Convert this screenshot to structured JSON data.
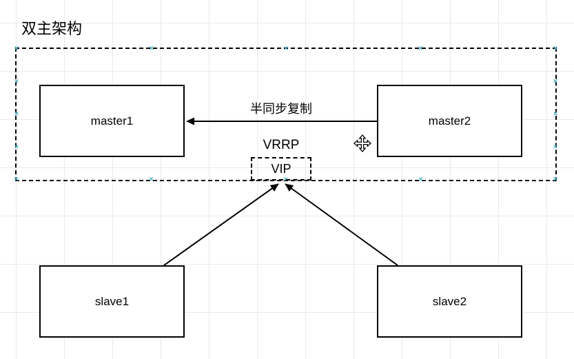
{
  "diagram": {
    "title": "双主架构",
    "nodes": {
      "master1": {
        "label": "master1"
      },
      "master2": {
        "label": "master2"
      },
      "slave1": {
        "label": "slave1"
      },
      "slave2": {
        "label": "slave2"
      },
      "vip": {
        "label": "VIP"
      }
    },
    "floating_labels": {
      "vrrp": "VRRP"
    },
    "edges": [
      {
        "from": "master2",
        "to": "master1",
        "label": "半同步复制",
        "style": "arrow"
      },
      {
        "from": "slave1",
        "to": "vip",
        "label": "",
        "style": "arrow"
      },
      {
        "from": "slave2",
        "to": "vip",
        "label": "",
        "style": "arrow"
      }
    ],
    "icons": {
      "selection_handle_glyph": "×",
      "move_cursor_icon": "move-cursor"
    },
    "colors": {
      "line": "#000000",
      "canvas_background": "#ffffff",
      "grid_line": "#e9e9e9",
      "selection_handle": "#4aafc0"
    }
  }
}
